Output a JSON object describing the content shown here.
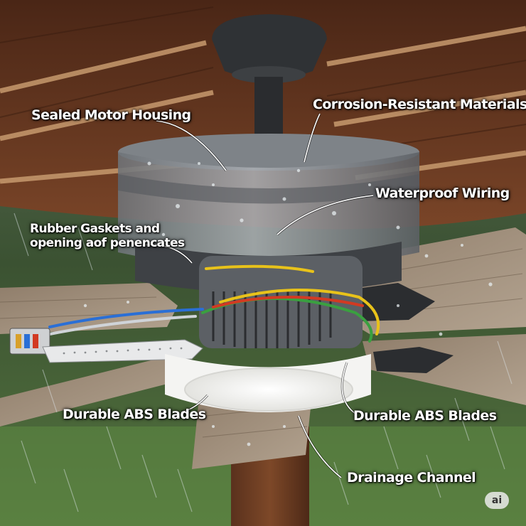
{
  "labels": {
    "sealed_motor_housing": "Sealed Motor Housing",
    "corrosion_resistant": "Corrosion-Resistant Materials",
    "waterproof_wiring": "Waterproof Wiring",
    "rubber_gaskets_line1": "Rubber Gaskets and",
    "rubber_gaskets_line2": "opening aof penencates",
    "durable_abs_left": "Durable ABS Blades",
    "durable_abs_right": "Durable ABS Blades",
    "drainage_channel": "Drainage Channel"
  },
  "badge": {
    "text": "ai"
  },
  "colors": {
    "wood_ceiling": "#6b3a22",
    "housing_glass": "#8e9296",
    "blade_wood": "#9a8a78",
    "light_white": "#f4f4f2",
    "wire_yellow": "#e8c21a",
    "wire_red": "#d23a22",
    "wire_green": "#3aa040",
    "wire_blue": "#2a6fd6"
  }
}
